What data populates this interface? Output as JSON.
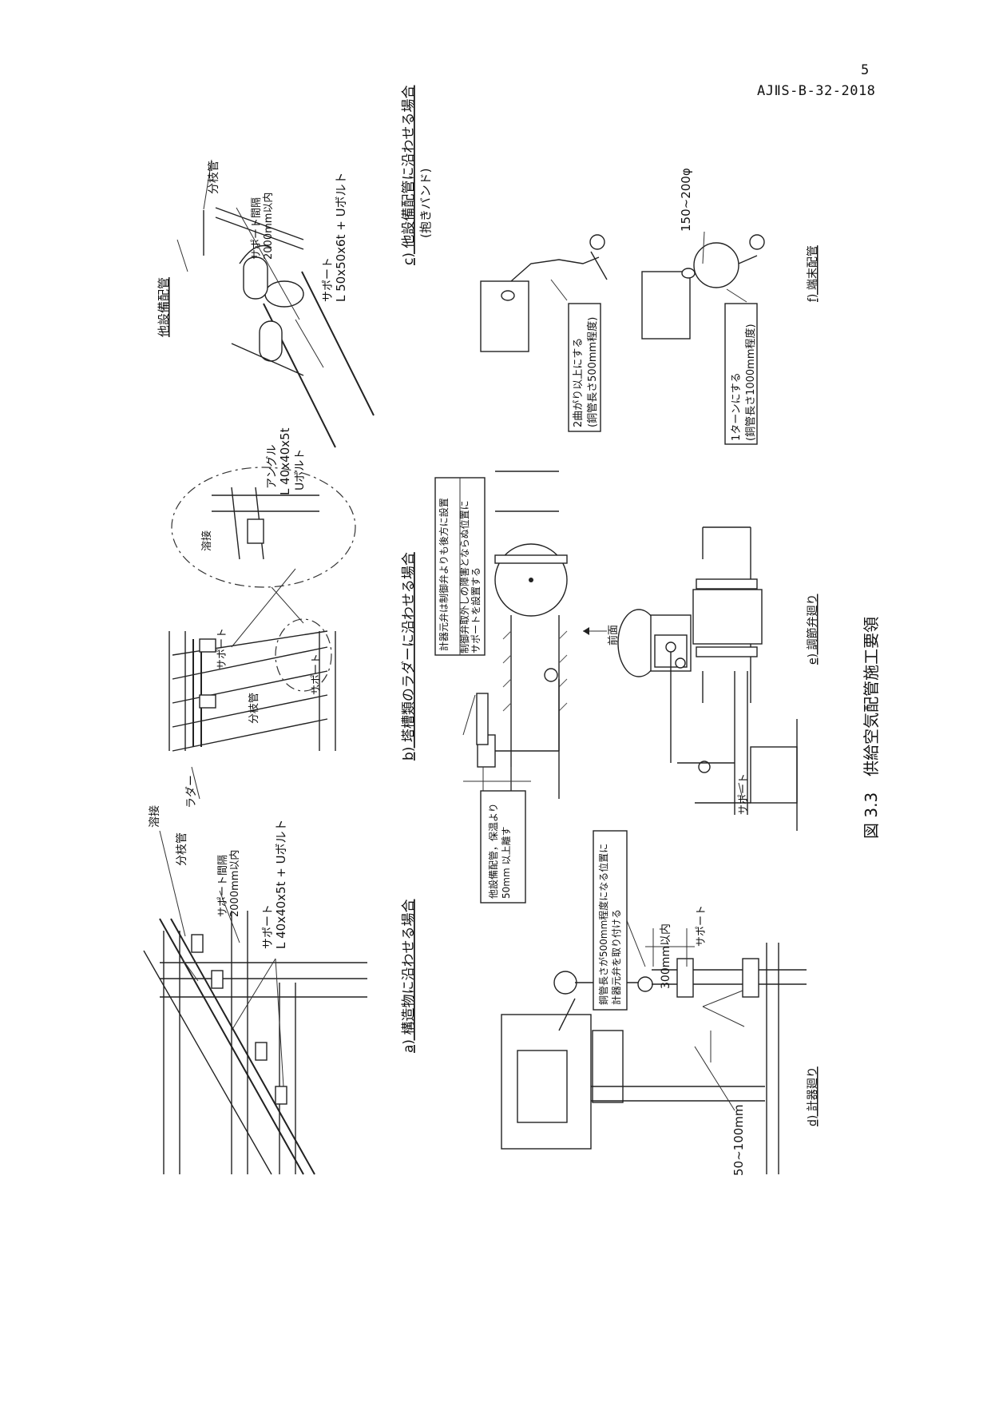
{
  "header": {
    "page_number": "5",
    "doc_number": "AJⅡS-B-32-2018"
  },
  "figure": {
    "caption": "図 3.3　供給空気配管施工要領",
    "panel_a": {
      "title": "a) 構造物に沿わせる場合",
      "weld": "溶接",
      "branch": "分枝管",
      "spacing": "サポート間隔",
      "spacing_value": "2000mm以内",
      "support": "サポート",
      "support_spec": "L 40x40x5t + Uボルト"
    },
    "panel_b": {
      "title": "b) 塔槽類のラダーに沿わせる場合",
      "ladder": "ラダー",
      "support1": "サポート",
      "branch": "分枝管",
      "support2": "サポート",
      "weld": "溶接",
      "angle": "アングル",
      "angle_spec": "L 40x40x5t",
      "ubolt": "Uボルト",
      "note1": "計器元弁は制御弁よりも後方に設置",
      "note2a": "制御弁取外しの障害とならぬ位置に",
      "note2b": "サポートを設置する",
      "front": "前面",
      "note3a": "他設備配管，保温より",
      "note3b": "50mm 以上離す"
    },
    "panel_c": {
      "title": "c) 他設備配管に沿わせる場合",
      "subtitle": "(抱きバンド)",
      "other_pipe": "他設備配管",
      "branch": "分枝管",
      "spacing": "サポート間隔",
      "spacing_value": "2000mm以内",
      "support": "サポート",
      "support_spec": "L 50x50x6t + Uボルト"
    },
    "panel_d": {
      "title": "d) 計器廻り",
      "note_a": "銅管長さが500mm程度になる位置に",
      "note_b": "計器元弁を取り付ける",
      "dim1": "300mm以内",
      "support": "サポート",
      "dim2": "50~100mm"
    },
    "panel_e": {
      "title": "e) 調節弁廻り",
      "support": "サポート"
    },
    "panel_f": {
      "title": "f) 端末配管",
      "note1a": "2曲がり以上にする",
      "note1b": "(銅管長さ500mm程度)",
      "dia": "150~200φ",
      "note2a": "1ターンにする",
      "note2b": "(銅管長さ1000mm程度)"
    }
  }
}
